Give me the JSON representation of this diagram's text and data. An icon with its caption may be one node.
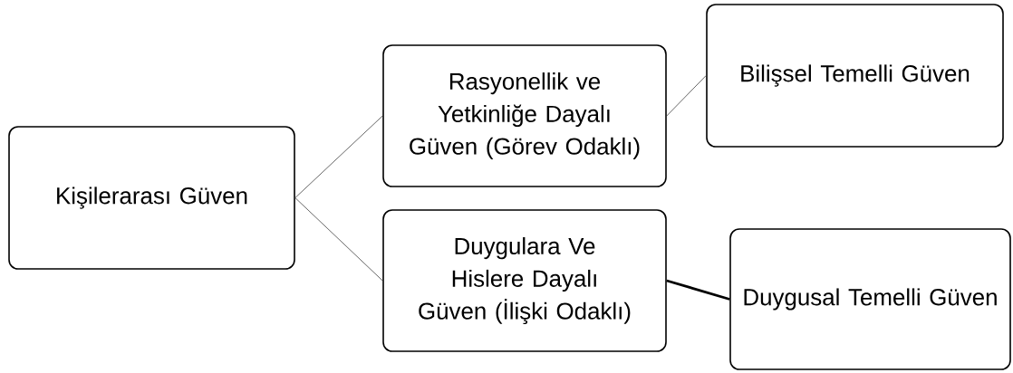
{
  "diagram": {
    "nodes": [
      {
        "text": [
          "Kişilerarası Güven"
        ]
      },
      {
        "text": [
          "Rasyonellik ve Yetkinliğe Dayalı Güven (Görev Odaklı)"
        ]
      },
      {
        "text": [
          "Bilişsel Temelli Güven"
        ]
      },
      {
        "text": [
          "Duygulara Ve Hislere Dayalı Güven (İlişki Odaklı)"
        ]
      },
      {
        "text": [
          "Duygusal Temelli Güven"
        ]
      }
    ],
    "edges": [
      {
        "from": 0,
        "to": 1,
        "arrow": "none"
      },
      {
        "from": 0,
        "to": 3,
        "arrow": "none"
      },
      {
        "from": 1,
        "to": 2,
        "arrow": "none"
      },
      {
        "from": 3,
        "to": 4,
        "arrow": "none",
        "style": "thick"
      }
    ]
  }
}
